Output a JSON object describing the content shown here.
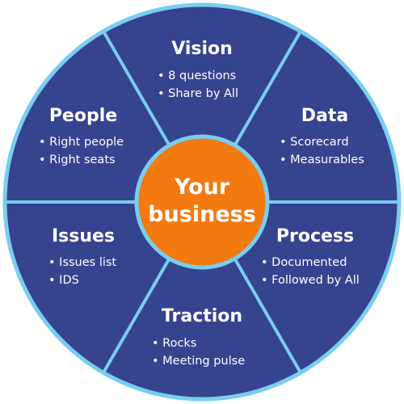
{
  "center": {
    "line1": "Your",
    "line2": "business"
  },
  "segments": [
    {
      "title": "Vision",
      "items": [
        "• 8 questions",
        "• Share by All"
      ]
    },
    {
      "title": "Data",
      "items": [
        "• Scorecard",
        "• Measurables"
      ]
    },
    {
      "title": "Process",
      "items": [
        "• Documented",
        "• Followed by All"
      ]
    },
    {
      "title": "Traction",
      "items": [
        "• Rocks",
        "• Meeting pulse"
      ]
    },
    {
      "title": "Issues",
      "items": [
        "• Issues list",
        "• IDS"
      ]
    },
    {
      "title": "People",
      "items": [
        "• Right people",
        "• Right seats"
      ]
    }
  ],
  "colors": {
    "segment_fill": "#36438f",
    "border": "#79cef0",
    "center_fill": "#f27a10",
    "text": "#ffffff"
  }
}
